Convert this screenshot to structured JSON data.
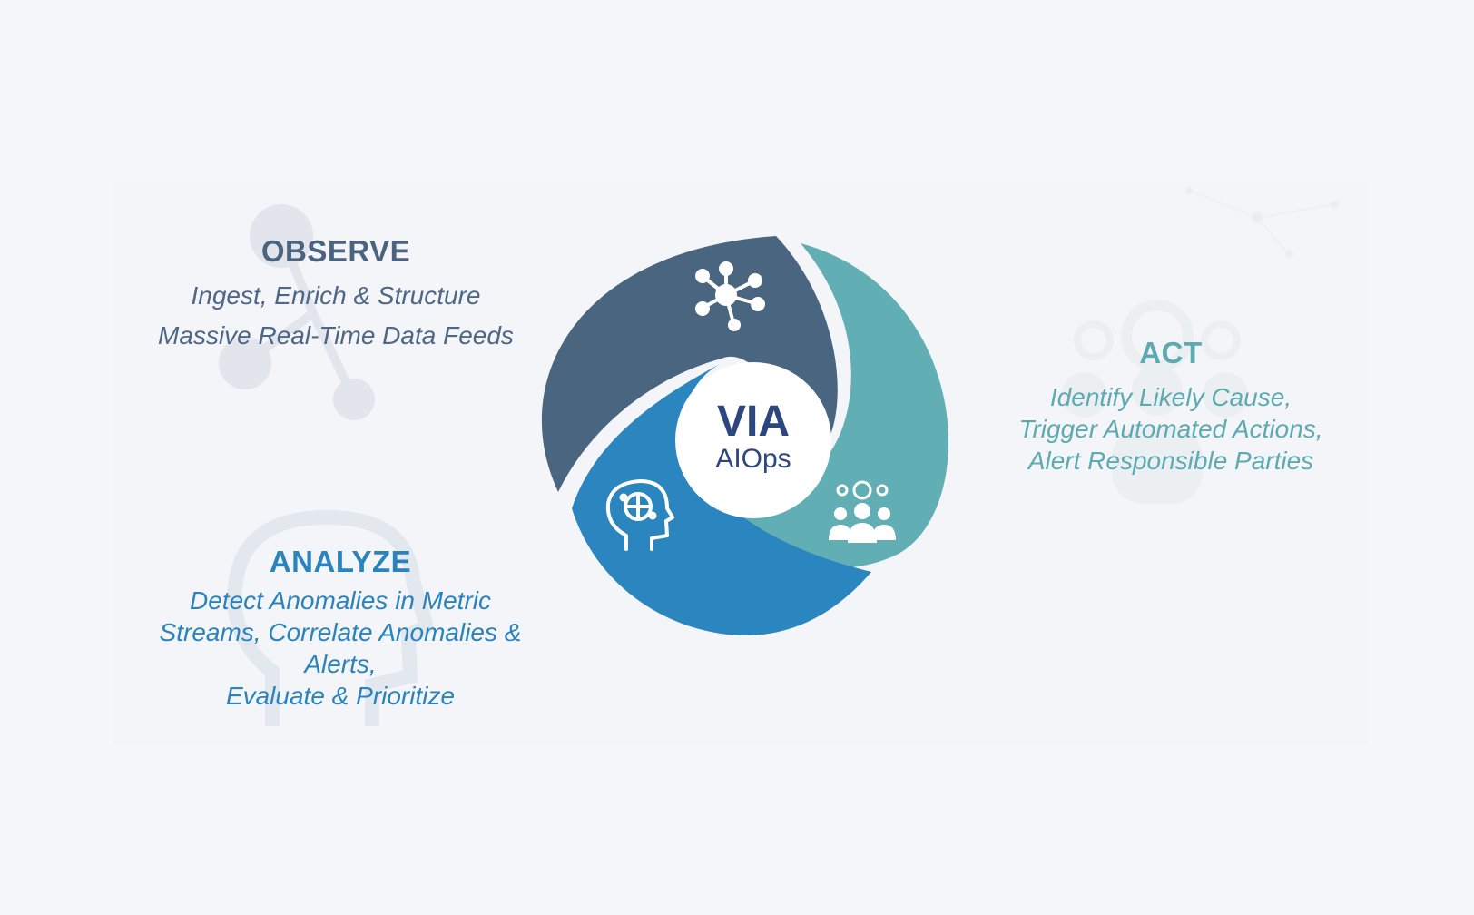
{
  "center": {
    "brand": "VIA",
    "product": "AIOps"
  },
  "observe": {
    "title": "OBSERVE",
    "lines": [
      "Ingest, Enrich & Structure",
      "Massive Real-Time Data Feeds"
    ]
  },
  "analyze": {
    "title": "ANALYZE",
    "lines": [
      "Detect Anomalies in Metric",
      "Streams, Correlate Anomalies &",
      "Alerts,",
      "Evaluate & Prioritize"
    ]
  },
  "act": {
    "title": "ACT",
    "lines": [
      "Identify Likely Cause,",
      "Trigger Automated Actions,",
      "Alert Responsible Parties"
    ]
  },
  "colors": {
    "observe": "#4a6580",
    "analyze": "#2b86c0",
    "act": "#62aeb5",
    "center_text": "#2e4680"
  },
  "icons": {
    "observe": "network-icon",
    "analyze": "ai-head-icon",
    "act": "team-gears-icon"
  }
}
